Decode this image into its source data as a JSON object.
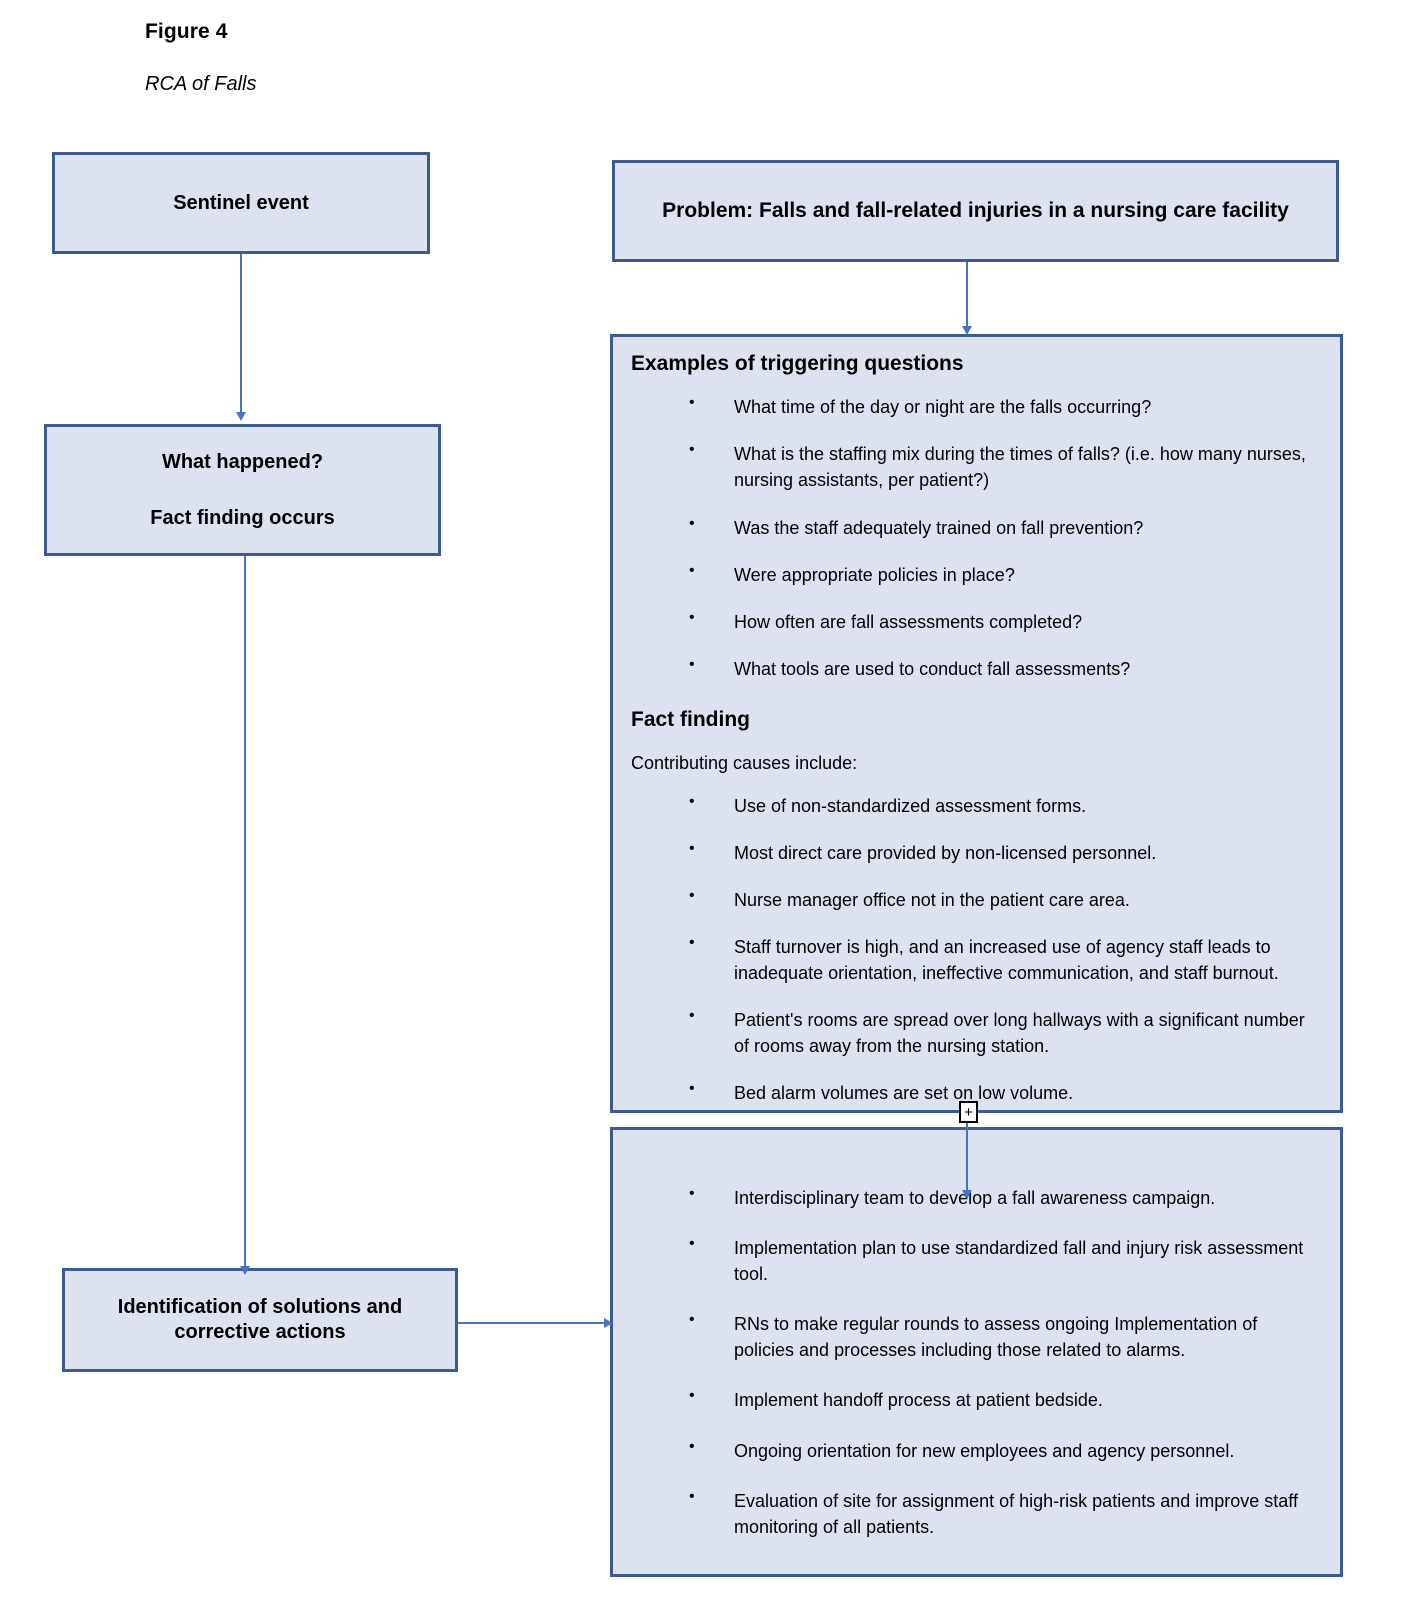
{
  "figure": {
    "title": "Figure 4",
    "subtitle": "RCA of Falls"
  },
  "colors": {
    "box_fill": "#dde2f0",
    "box_border": "#3d5a91",
    "connector": "#4a72c4",
    "text": "#000000"
  },
  "left_flow": {
    "sentinel": {
      "label": "Sentinel event"
    },
    "what_happened": {
      "line1": "What happened?",
      "line2": "Fact finding occurs"
    },
    "identification": {
      "line1": "Identification of solutions and",
      "line2": "corrective actions"
    }
  },
  "right_flow": {
    "problem": {
      "heading": "Problem: Falls and fall-related injuries in a nursing care facility"
    },
    "examples_panel": {
      "triggering_heading": "Examples of triggering questions",
      "triggering_questions": [
        "What time of the day or night are the falls occurring?",
        "What is the staffing mix during the times of falls? (i.e. how many nurses, nursing assistants, per patient?)",
        "Was the staff adequately trained on fall prevention?",
        "Were appropriate policies in place?",
        "How often are fall assessments completed?",
        "What tools are used to conduct fall assessments?"
      ],
      "fact_finding_heading": "Fact finding",
      "contributing_intro": "Contributing causes include:",
      "contributing_causes": [
        "Use of non-standardized assessment forms.",
        "Most direct care provided by non-licensed personnel.",
        "Nurse manager office not in the patient care area.",
        "Staff turnover is high, and an increased use of agency staff leads to inadequate orientation, ineffective communication, and staff burnout.",
        "Patient's rooms are spread over long hallways with a significant number of rooms away from the nursing station.",
        "Bed alarm volumes are set on low volume."
      ]
    },
    "actions_panel": {
      "actions": [
        "Interdisciplinary team to develop a fall awareness campaign.",
        "Implementation plan to use standardized fall and injury risk assessment tool.",
        "RNs to make regular rounds to assess ongoing Implementation of policies and processes including those related to alarms.",
        "Implement handoff process at patient bedside.",
        "Ongoing orientation for new employees and agency personnel.",
        "Evaluation of site for assignment of high-risk patients and improve staff monitoring of all patients."
      ]
    },
    "plus_connector": {
      "symbol": "+"
    }
  }
}
